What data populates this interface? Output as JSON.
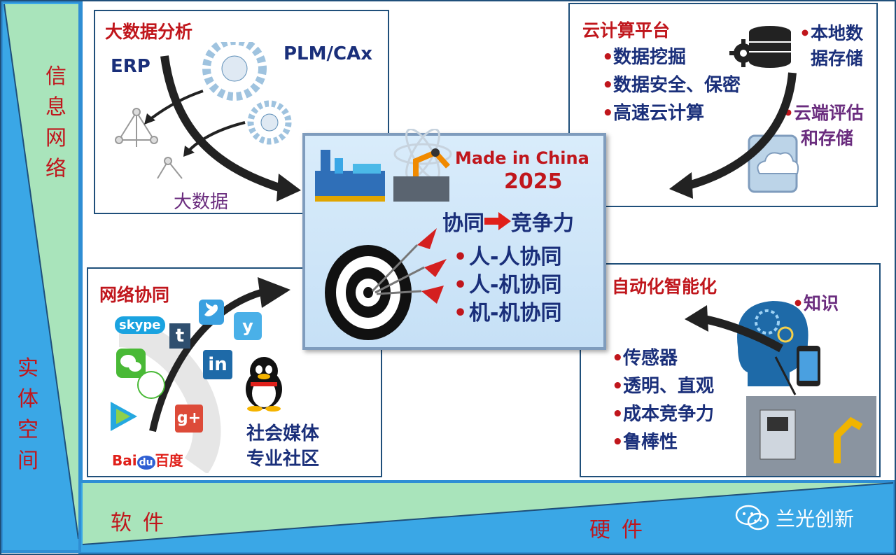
{
  "axes": {
    "vertical_top": "信息网络",
    "vertical_bottom": "实体空间",
    "horizontal_left": "软件",
    "horizontal_right": "硬件"
  },
  "big_data": {
    "title": "大数据分析",
    "erp": "ERP",
    "plm": "PLM/CAx",
    "caption": "大数据"
  },
  "cloud": {
    "title": "云计算平台",
    "items": [
      "数据挖掘",
      "数据安全、保密",
      "高速云计算"
    ],
    "local_storage": [
      "本地数",
      "据存储"
    ],
    "cloud_eval": [
      "云端评估",
      "和存储"
    ]
  },
  "network": {
    "title": "网络协同",
    "logos": {
      "skype": "skype",
      "tumblr": "t",
      "linkedin": "in",
      "yammer": "y",
      "gplus": "g+",
      "baidu_a": "Bai",
      "baidu_b": "du",
      "baidu_c": "百度"
    },
    "caption": [
      "社会媒体",
      "专业社区"
    ]
  },
  "automation": {
    "title": "自动化智能化",
    "knowledge": "知识",
    "items": [
      "传感器",
      "透明、直观",
      "成本竞争力",
      "鲁棒性"
    ]
  },
  "center": {
    "title": "Made in China",
    "year": "2025",
    "slogan_left": "协同",
    "slogan_right": "竞争力",
    "items": [
      "人-人协同",
      "人-机协同",
      "机-机协同"
    ]
  },
  "watermark": "兰光创新",
  "colors": {
    "title_red": "#c0161c",
    "text_navy": "#1a2f7a",
    "border_blue": "#1f4f7a",
    "light_green": "#a6e3b8",
    "cyan_blue": "#37a9e3"
  }
}
